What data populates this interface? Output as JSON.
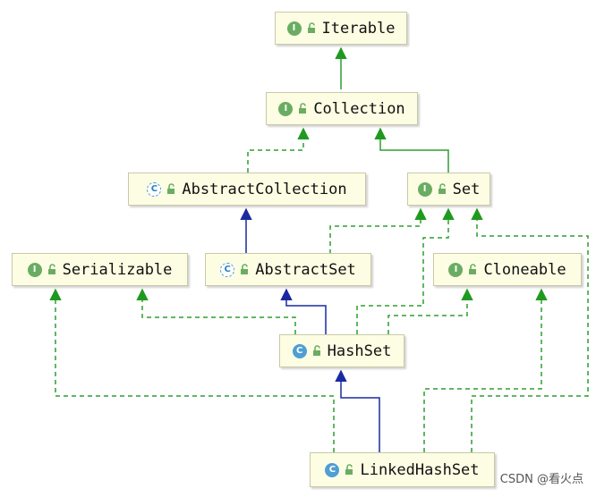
{
  "nodes": {
    "iterable": {
      "label": "Iterable",
      "kind": "I",
      "kind_style": "interface"
    },
    "collection": {
      "label": "Collection",
      "kind": "I",
      "kind_style": "interface"
    },
    "abstract_collection": {
      "label": "AbstractCollection",
      "kind": "C",
      "kind_style": "abstract-class"
    },
    "set": {
      "label": "Set",
      "kind": "I",
      "kind_style": "interface"
    },
    "serializable": {
      "label": "Serializable",
      "kind": "I",
      "kind_style": "interface"
    },
    "abstract_set": {
      "label": "AbstractSet",
      "kind": "C",
      "kind_style": "abstract-class"
    },
    "cloneable": {
      "label": "Cloneable",
      "kind": "I",
      "kind_style": "interface"
    },
    "hash_set": {
      "label": "HashSet",
      "kind": "C",
      "kind_style": "class"
    },
    "linked_hash_set": {
      "label": "LinkedHashSet",
      "kind": "C",
      "kind_style": "class"
    }
  },
  "edges": [
    {
      "from": "collection",
      "to": "iterable",
      "style": "extends-interface"
    },
    {
      "from": "abstract_collection",
      "to": "collection",
      "style": "implements"
    },
    {
      "from": "set",
      "to": "collection",
      "style": "extends-interface"
    },
    {
      "from": "abstract_set",
      "to": "abstract_collection",
      "style": "extends-class"
    },
    {
      "from": "abstract_set",
      "to": "set",
      "style": "implements"
    },
    {
      "from": "hash_set",
      "to": "abstract_set",
      "style": "extends-class"
    },
    {
      "from": "hash_set",
      "to": "serializable",
      "style": "implements"
    },
    {
      "from": "hash_set",
      "to": "set",
      "style": "implements"
    },
    {
      "from": "hash_set",
      "to": "cloneable",
      "style": "implements"
    },
    {
      "from": "linked_hash_set",
      "to": "hash_set",
      "style": "extends-class"
    },
    {
      "from": "linked_hash_set",
      "to": "serializable",
      "style": "implements"
    },
    {
      "from": "linked_hash_set",
      "to": "set",
      "style": "implements"
    },
    {
      "from": "linked_hash_set",
      "to": "cloneable",
      "style": "implements"
    }
  ],
  "colors": {
    "implements": "#2e9e2e",
    "extends_interface": "#2e9e2e",
    "extends_class": "#1a2aa0",
    "node_fill": "#fdfde4",
    "interface_badge": "#6aad62",
    "class_badge": "#4f9ed4"
  },
  "icons": {
    "visibility": "unlock-icon"
  },
  "watermark": "CSDN @看火点"
}
